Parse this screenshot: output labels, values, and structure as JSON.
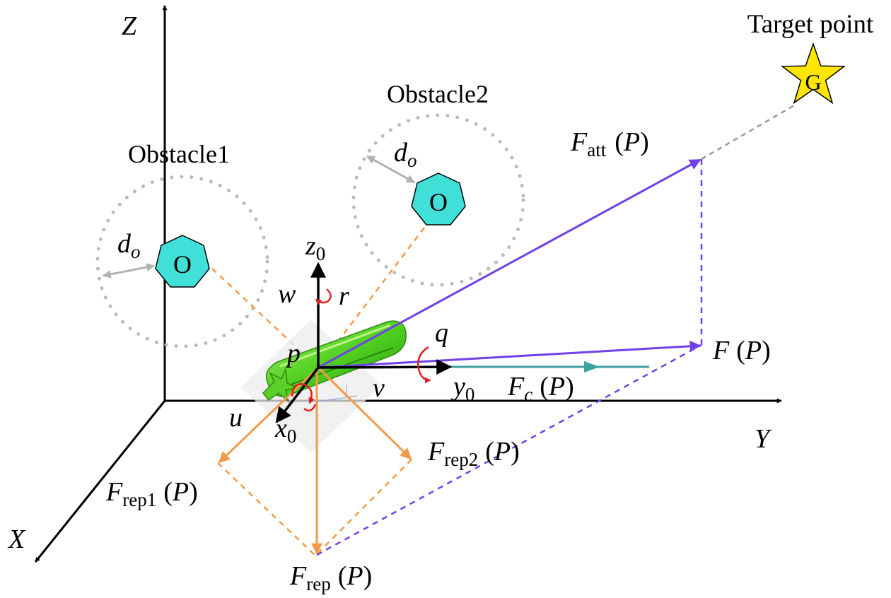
{
  "axes": {
    "x": "X",
    "y": "Y",
    "z": "Z"
  },
  "body_axes": {
    "x": {
      "base": "x",
      "sub": "0"
    },
    "y": {
      "base": "y",
      "sub": "0"
    },
    "z": {
      "base": "z",
      "sub": "0"
    }
  },
  "velocities": {
    "u": "u",
    "v": "v",
    "w": "w",
    "p": "p",
    "q": "q",
    "r": "r"
  },
  "target": {
    "label": "Target point",
    "symbol": "G"
  },
  "obstacles": [
    {
      "name": "Obstacle1",
      "symbol": "O"
    },
    {
      "name": "Obstacle2",
      "symbol": "O"
    }
  ],
  "safety_distance": {
    "base": "d",
    "sub": "o"
  },
  "forces": {
    "att": {
      "base": "F",
      "sub": "att",
      "arg": "(P)"
    },
    "total": {
      "base": "F",
      "sub": "",
      "arg": "(P)"
    },
    "current": {
      "base": "F",
      "sub": "c",
      "arg": "(P)"
    },
    "rep1": {
      "base": "F",
      "sub": "rep1",
      "arg": "(P)"
    },
    "rep2": {
      "base": "F",
      "sub": "rep2",
      "arg": "(P)"
    },
    "rep": {
      "base": "F",
      "sub": "rep",
      "arg": "(P)"
    }
  },
  "colors": {
    "attractive": "#7040e8",
    "repulsive": "#f39a4a",
    "current": "#3fa0a0",
    "obstacle_fill": "#40e0d8",
    "ring": "#b8bcb8",
    "target_fill": "#ffe600",
    "rotation": "#e02020",
    "vehicle": "#50e020"
  }
}
